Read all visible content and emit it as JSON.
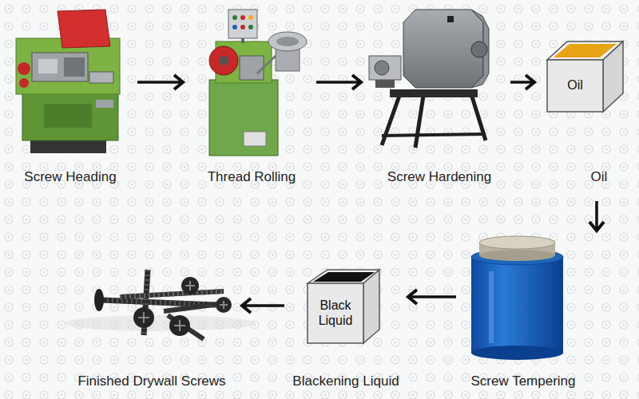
{
  "diagram": {
    "nodes": [
      {
        "text": [
          "Screw Heading"
        ]
      },
      {
        "text": [
          "Thread Rolling"
        ]
      },
      {
        "text": [
          "Screw Hardening"
        ]
      },
      {
        "text": [
          "Oil",
          "Oil"
        ]
      },
      {
        "text": [
          "Screw Tempering"
        ]
      },
      {
        "text": [
          "Black Liquid",
          "Blackening Liquid"
        ]
      },
      {
        "text": [
          "Finished Drywall Screws"
        ]
      }
    ],
    "edges": [
      {
        "from": 0,
        "to": 1,
        "arrow": "to"
      },
      {
        "from": 1,
        "to": 2,
        "arrow": "to"
      },
      {
        "from": 2,
        "to": 3,
        "arrow": "to"
      },
      {
        "from": 3,
        "to": 4,
        "arrow": "to"
      },
      {
        "from": 4,
        "to": 5,
        "arrow": "to"
      },
      {
        "from": 5,
        "to": 6,
        "arrow": "to"
      }
    ]
  }
}
